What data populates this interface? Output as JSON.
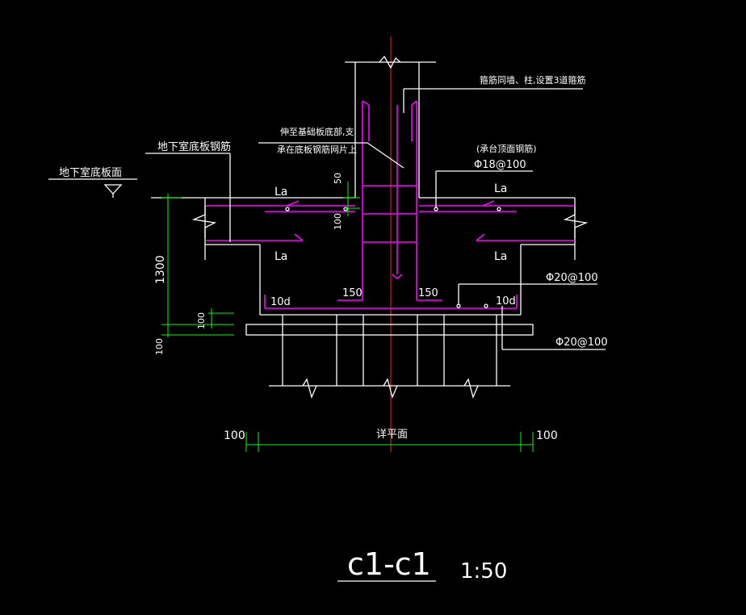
{
  "colors": {
    "background": "#000000",
    "outline": "#ffffff",
    "rebar": "#ff00ff",
    "dimension": "#00ff00",
    "centerline": "#ff2020"
  },
  "labels": {
    "floor_face": "地下室底板面",
    "floor_rebar": "地下室底板钢筋",
    "extend_line1": "伸至基础板底部,支",
    "extend_line2": "承在底板钢筋网片上",
    "stirrup_note": "箍筋同墙、柱,设置3道箍筋",
    "cap_top_note": "(承台顶面钢筋)",
    "cap_top_bar": "Φ18@100",
    "bottom_bar_1": "Φ20@100",
    "bottom_bar_2": "Φ20@100",
    "la_top_left": "La",
    "la_top_right": "La",
    "la_bottom_left": "La",
    "la_bottom_right": "La",
    "hook_left": "10d",
    "hook_right": "10d",
    "bend_left": "150",
    "bend_right": "150",
    "detail_plan": "详平面"
  },
  "dimensions": {
    "d50": "50",
    "d100_mid": "100",
    "d1300": "1300",
    "d100_pad": "100",
    "d100_cushion": "100",
    "d100_left": "100",
    "d100_right": "100"
  },
  "title": {
    "section": "c1-c1",
    "scale": "1:50"
  }
}
